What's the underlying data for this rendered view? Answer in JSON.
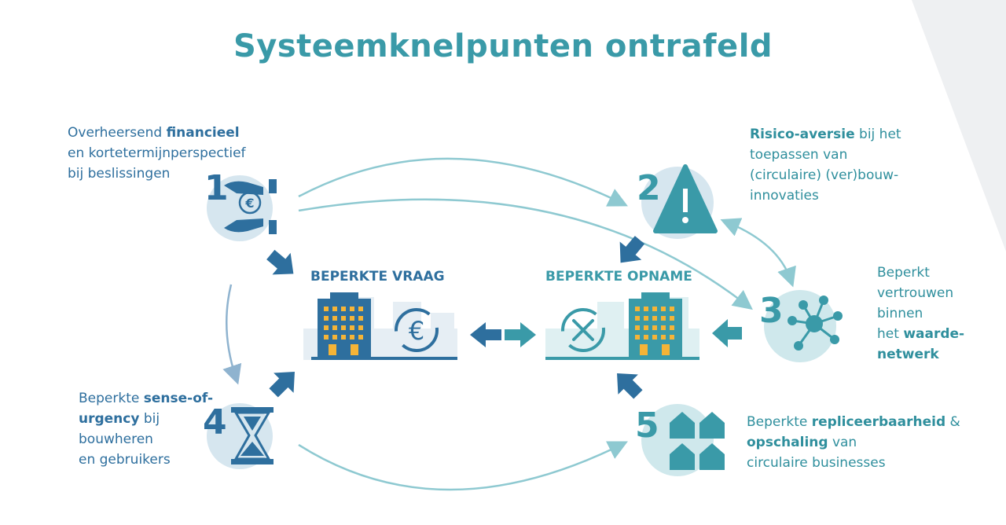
{
  "title": "Systeemknelpunten ontrafeld",
  "hubs": {
    "demand": "BEPERKTE VRAAG",
    "uptake": "BEPERKTE OPNAME"
  },
  "bottlenecks": [
    {
      "number": "1",
      "pre": "Overheersend ",
      "bold": "financieel",
      "line2": "en kortetermijnperspectief",
      "line3": "bij beslissingen",
      "icon": "hands-euro-icon"
    },
    {
      "number": "2",
      "bold": "Risico-aversie",
      "post": " bij het",
      "line2": "toepassen van",
      "line3": "(circulaire) (ver)bouw-",
      "line4": "innovaties",
      "icon": "warning-icon"
    },
    {
      "number": "3",
      "line1": "Beperkt",
      "line2": "vertrouwen",
      "line3": "binnen",
      "pre4": "het ",
      "bold4": "waarde-",
      "bold5": "netwerk",
      "icon": "network-icon"
    },
    {
      "number": "4",
      "pre": "Beperkte ",
      "bold": "sense-of-",
      "bold2": "urgency",
      "post2": " bij",
      "line3": "bouwheren",
      "line4": "en gebruikers",
      "icon": "hourglass-icon"
    },
    {
      "number": "5",
      "pre": "Beperkte ",
      "bold": "repliceerbaarheid",
      "post": " &",
      "bold2": "opschaling",
      "post2": " van",
      "line3": "circulaire businesses",
      "icon": "houses-icon"
    }
  ],
  "colors": {
    "blue": "#2e6f9e",
    "teal": "#3a9aa8",
    "light_circle": "#d6e6ef",
    "light_teal": "#cfe8ec",
    "arrow_light": "#8ec9d1"
  }
}
